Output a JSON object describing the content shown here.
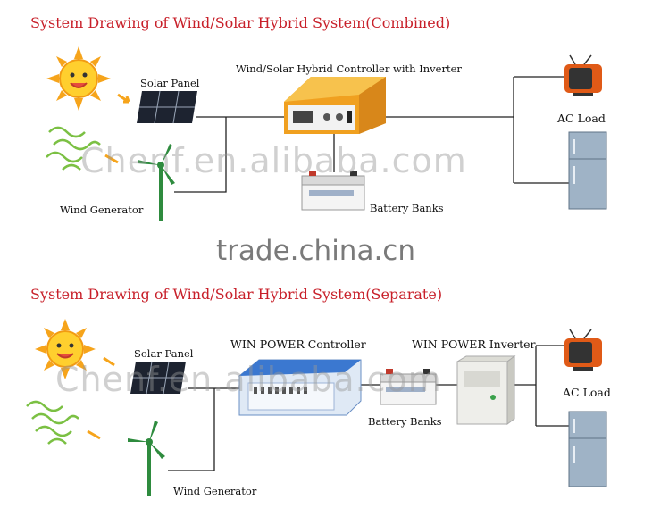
{
  "diagram1": {
    "title": "System Drawing of Wind/Solar Hybrid System(Combined)",
    "solar_panel": "Solar Panel",
    "wind_generator": "Wind Generator",
    "controller": "Wind/Solar Hybrid Controller with Inverter",
    "battery": "Battery Banks",
    "ac_load": "AC Load"
  },
  "divider_text": "trade.china.cn",
  "diagram2": {
    "title": "System Drawing of Wind/Solar Hybrid System(Separate)",
    "solar_panel": "Solar Panel",
    "wind_generator": "Wind Generator",
    "controller": "WIN POWER Controller",
    "inverter": "WIN POWER Inverter",
    "battery": "Battery Banks",
    "ac_load": "AC Load"
  },
  "watermark": "Chenf.en.alibaba.com",
  "colors": {
    "title": "#c8202a",
    "wire": "#222222"
  }
}
